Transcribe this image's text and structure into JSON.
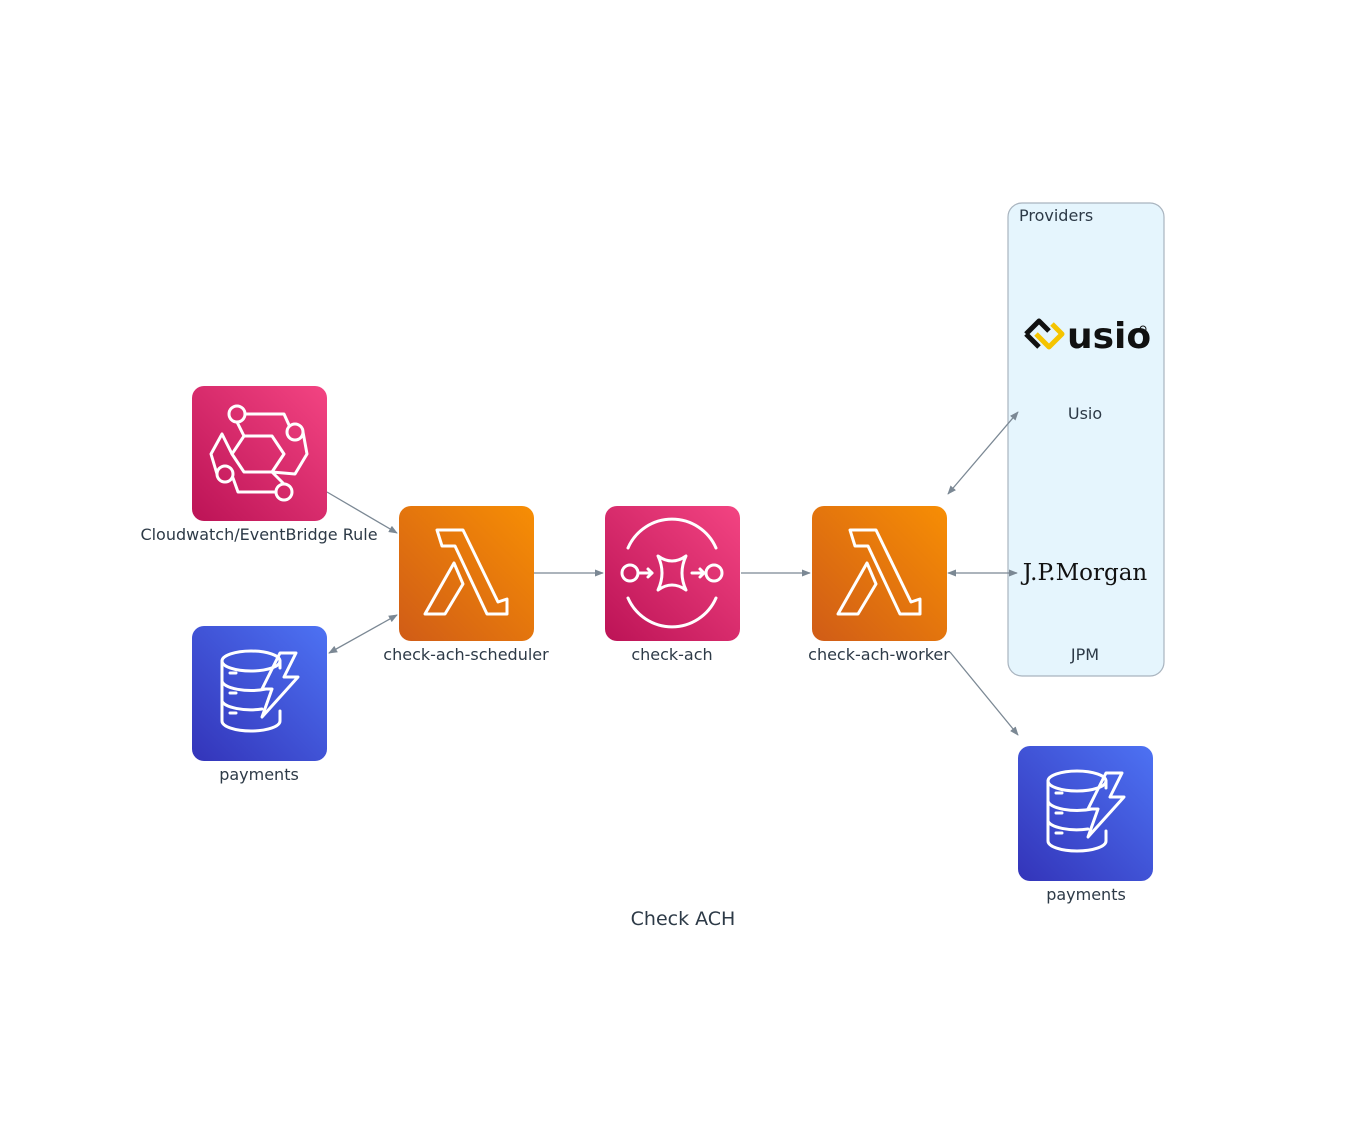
{
  "diagram": {
    "title": "Check ACH",
    "cluster": {
      "label": "Providers"
    },
    "nodes": {
      "eventbridge": {
        "label": "Cloudwatch/EventBridge Rule",
        "icon": "eventbridge-icon"
      },
      "payments_left": {
        "label": "payments",
        "icon": "dynamodb-icon"
      },
      "scheduler": {
        "label": "check-ach-scheduler",
        "icon": "lambda-icon"
      },
      "queue": {
        "label": "check-ach",
        "icon": "sqs-icon"
      },
      "worker": {
        "label": "check-ach-worker",
        "icon": "lambda-icon"
      },
      "usio": {
        "label": "Usio",
        "logo_text": "usio",
        "icon": "usio-logo"
      },
      "jpm": {
        "label": "JPM",
        "logo_text": "J.P.Morgan",
        "icon": "jpmorgan-logo"
      },
      "payments_right": {
        "label": "payments",
        "icon": "dynamodb-icon"
      }
    },
    "edges": [
      {
        "from": "eventbridge",
        "to": "scheduler",
        "direction": "forward"
      },
      {
        "from": "scheduler",
        "to": "payments_left",
        "direction": "both"
      },
      {
        "from": "scheduler",
        "to": "queue",
        "direction": "forward"
      },
      {
        "from": "queue",
        "to": "worker",
        "direction": "forward"
      },
      {
        "from": "worker",
        "to": "usio",
        "direction": "both"
      },
      {
        "from": "worker",
        "to": "jpm",
        "direction": "both"
      },
      {
        "from": "worker",
        "to": "payments_right",
        "direction": "forward"
      }
    ],
    "colors": {
      "lambda": [
        "#f78e04",
        "#d05c17"
      ],
      "sqs_eventbridge": [
        "#f34482",
        "#bc1356"
      ],
      "dynamodb": [
        "#4d72f3",
        "#3334b9"
      ],
      "cluster_fill": "#e5f5fd",
      "cluster_border": "#a9b4bf",
      "edge": "#7b8894",
      "usio_yellow": "#f5c400"
    }
  }
}
